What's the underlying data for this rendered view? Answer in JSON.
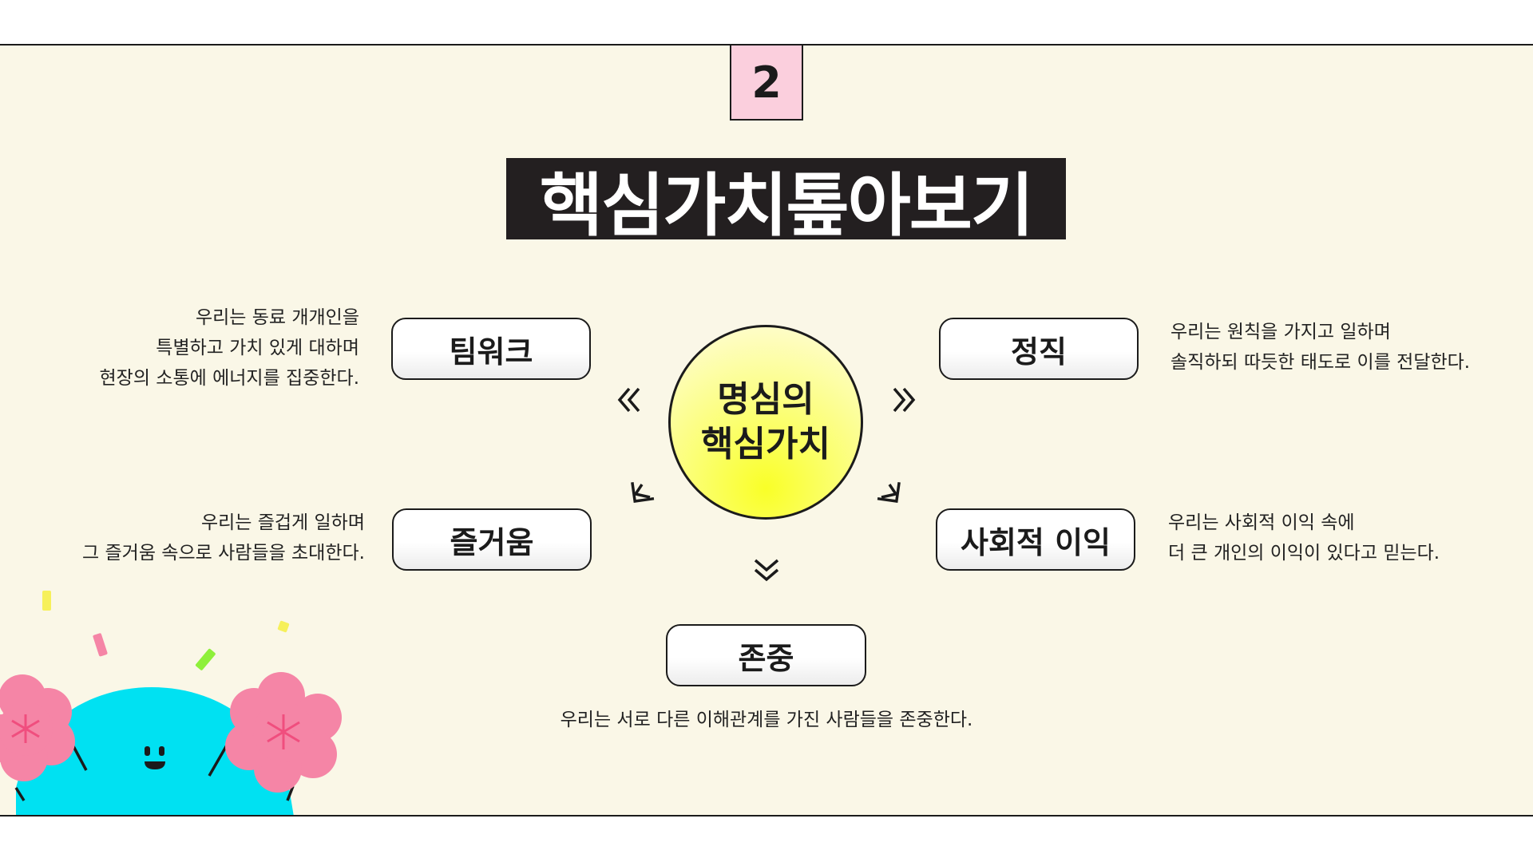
{
  "page": {
    "number": "2",
    "title": "핵심가치톺아보기"
  },
  "center": {
    "label": "명심의\n핵심가치"
  },
  "values": [
    {
      "id": "teamwork",
      "label": "팀워크",
      "lines": [
        "우리는 동료 개개인을",
        "특별하고 가치 있게 대하며",
        "현장의 소통에 에너지를 집중한다."
      ]
    },
    {
      "id": "integrity",
      "label": "정직",
      "lines": [
        "우리는 원칙을 가지고 일하며",
        "솔직하되 따듯한 태도로 이를 전달한다."
      ]
    },
    {
      "id": "fun",
      "label": "즐거움",
      "lines": [
        "우리는 즐겁게 일하며",
        "그 즐거움 속으로 사람들을 초대한다."
      ]
    },
    {
      "id": "social-benefit",
      "label": "사회적 이익",
      "lines": [
        "우리는 사회적 이익 속에",
        "더 큰 개인의 이익이 있다고 믿는다."
      ]
    },
    {
      "id": "respect",
      "label": "존중",
      "lines": [
        "우리는 서로 다른 이해관계를 가진 사람들을 존중한다."
      ]
    }
  ],
  "colors": {
    "background": "#faf7e7",
    "badge": "#fbcfdd",
    "title_bg": "#231f20",
    "center_fill": "#f9ff28",
    "mascot_body": "#00e1f2",
    "pompom": "#f585a6"
  },
  "icons": [
    "double-chevron-arrow-icon",
    "mascot-illustration",
    "pompom-icon",
    "confetti-icon"
  ]
}
